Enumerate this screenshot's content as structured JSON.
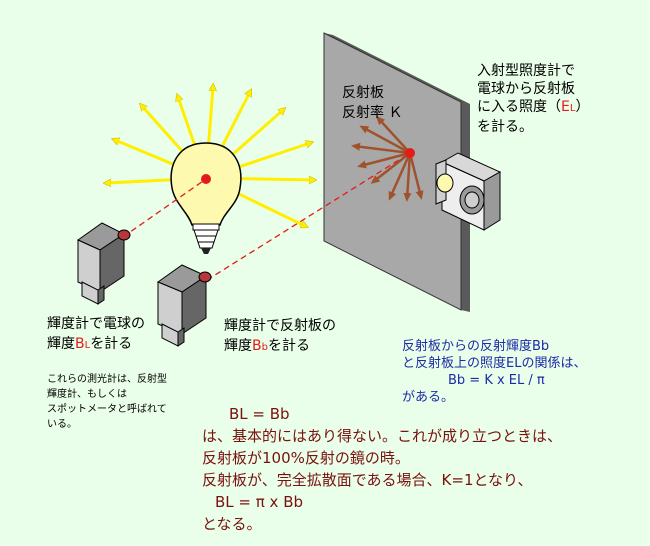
{
  "reflector": {
    "title_line1": "反射板",
    "title_line2": "反射率 Ｋ"
  },
  "incident_meter_label": {
    "line1": "入射型照度計で",
    "line2": "電球から反射板",
    "line3_prefix": "に入る照度（",
    "line3_symbol": "E",
    "line3_sub": "L",
    "line3_suffix": "）",
    "line4": "を計る。"
  },
  "bulb_meter_label": {
    "line1": "輝度計で電球の",
    "line2_prefix": "輝度",
    "line2_symbol": "B",
    "line2_sub": "L",
    "line2_suffix": "を計る"
  },
  "plate_meter_label": {
    "line1": "輝度計で反射板の",
    "line2_prefix": "輝度",
    "line2_symbol": "B",
    "line2_sub": "b",
    "line2_suffix": "を計る"
  },
  "note": {
    "line1": "これらの測光計は、反射型",
    "line2": "輝度計、もしくは",
    "line3": "スポットメータと呼ばれて",
    "line4": "いる。"
  },
  "relation": {
    "line1": "反射板からの反射輝度Bb",
    "line2": "と反射板上の照度ELの関係は、",
    "formula": "Bb = K x EL / π",
    "line4": "がある。"
  },
  "explanation": {
    "formula1": "BL = Bb",
    "line1": "は、基本的にはあり得ない。これが成り立つときは、",
    "line2": "反射板が100%反射の鏡の時。",
    "line3": "反射板が、完全拡散面である場合、K=1となり、",
    "formula2": "BL = π x Bb",
    "line4": "となる。"
  },
  "colors": {
    "background": "#e9ffe9",
    "plate": "#a8a8a8",
    "bulb": "#fdfab0",
    "rays": "#ffee00",
    "reflected_rays": "#a0522d",
    "sight_lines": "#e41b1b",
    "relation_text": "#1c2aa8",
    "explanation_text": "#7a1010"
  }
}
